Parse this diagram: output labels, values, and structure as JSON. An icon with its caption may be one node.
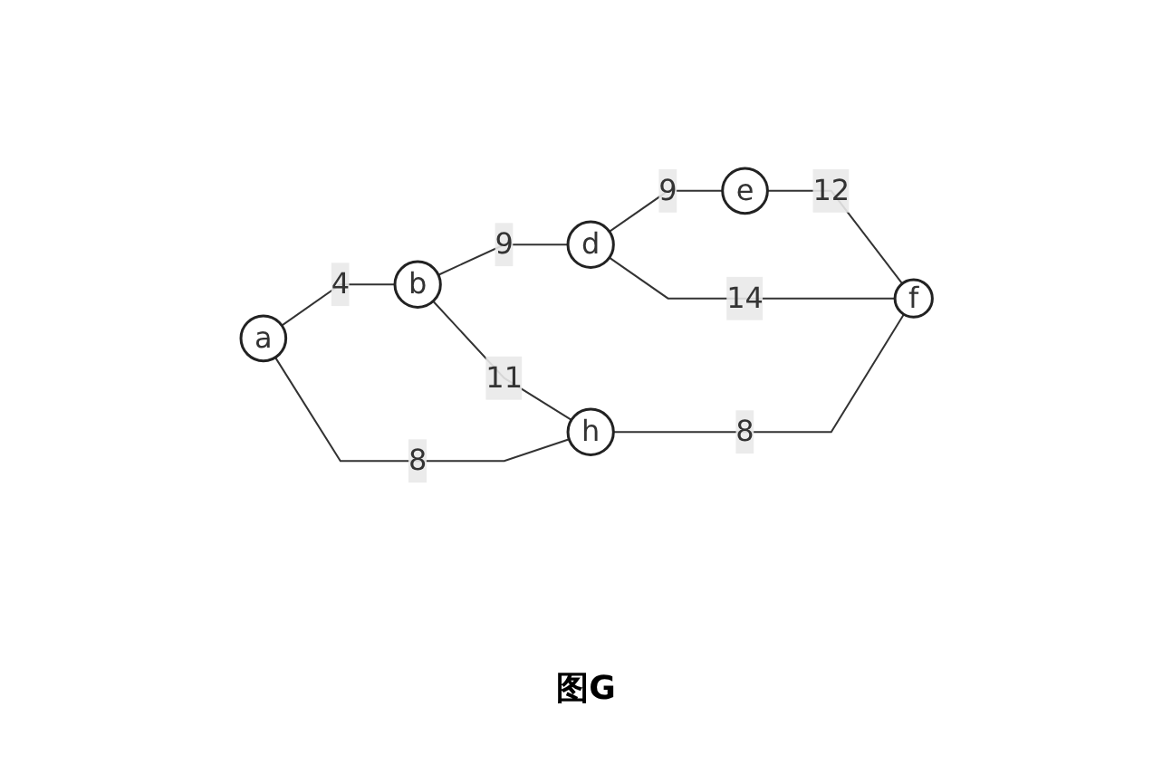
{
  "diagram": {
    "caption": "图G",
    "nodes": [
      {
        "text": [
          "a"
        ]
      },
      {
        "text": [
          "b"
        ]
      },
      {
        "text": [
          "h"
        ]
      },
      {
        "text": [
          "d"
        ]
      },
      {
        "text": [
          "f"
        ]
      },
      {
        "text": [
          "e"
        ]
      }
    ],
    "edges": [
      {
        "from": 0,
        "to": 1,
        "arrow": "none",
        "label": "4"
      },
      {
        "from": 0,
        "to": 2,
        "arrow": "none",
        "label": "8"
      },
      {
        "from": 1,
        "to": 3,
        "arrow": "none",
        "label": "9"
      },
      {
        "from": 1,
        "to": 2,
        "arrow": "none",
        "label": "11"
      },
      {
        "from": 3,
        "to": 5,
        "arrow": "none",
        "label": "9"
      },
      {
        "from": 3,
        "to": 4,
        "arrow": "none",
        "label": "14"
      },
      {
        "from": 5,
        "to": 4,
        "arrow": "none",
        "label": "12"
      },
      {
        "from": 2,
        "to": 4,
        "arrow": "none",
        "label": "8"
      }
    ]
  }
}
